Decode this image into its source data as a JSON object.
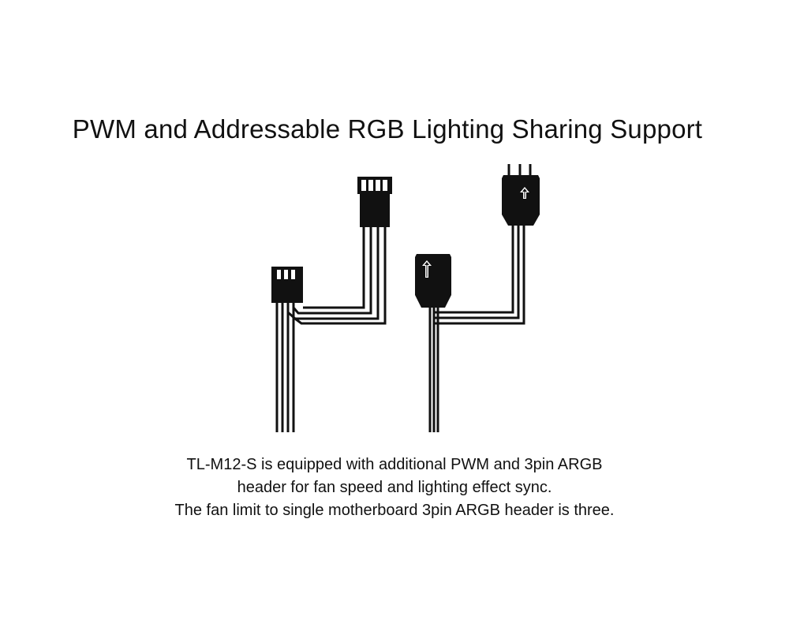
{
  "title": "PWM and Addressable RGB Lighting Sharing Support",
  "caption": {
    "line1": "TL-M12-S is equipped with additional PWM and 3pin ARGB",
    "line2": "header for fan speed and lighting effect sync.",
    "line3": "The fan limit to single motherboard 3pin ARGB header is three."
  },
  "colors": {
    "background": "#ffffff",
    "ink": "#111111"
  },
  "diagram": {
    "pwm_splitter": {
      "connectors": [
        "pwm-female-header-icon",
        "pwm-male-plug-icon"
      ]
    },
    "argb_splitter": {
      "connectors": [
        "argb-male-plug-arrow-icon",
        "argb-female-plug-arrow-icon"
      ]
    }
  }
}
